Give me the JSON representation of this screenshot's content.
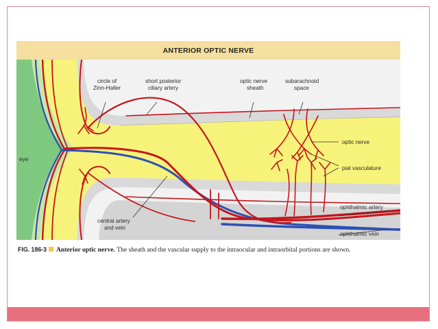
{
  "figure": {
    "title": "ANTERIOR OPTIC NERVE",
    "labels": {
      "circle_zinn_haller_1": "circle of",
      "circle_zinn_haller_2": "Zinn-Haller",
      "short_posterior_1": "short posterior",
      "short_posterior_2": "ciliary artery",
      "optic_sheath_1": "optic nerve",
      "optic_sheath_2": "sheath",
      "subarachnoid_1": "subarachnoid",
      "subarachnoid_2": "space",
      "optic_nerve": "optic nerve",
      "eye": "eye",
      "pial_vasculature": "pial vasculature",
      "ophthalmic_artery": "ophthalmic artery",
      "ophthalmic_vein": "ophthalmic vein",
      "central_artery_1": "central artery",
      "central_artery_2": "and vein"
    }
  },
  "caption": {
    "fig_number": "FIG. 186-3",
    "bold_text": "Anterior optic nerve.",
    "text": "The sheath and the vascular supply to the intraocular and intraorbital portions are shown."
  },
  "colors": {
    "artery": "#c4161c",
    "vein": "#2e4fb4",
    "nerve": "#f7f37a",
    "eye": "#7fc87f",
    "sheath": "#d9d9d9",
    "accent": "#e8707e"
  }
}
